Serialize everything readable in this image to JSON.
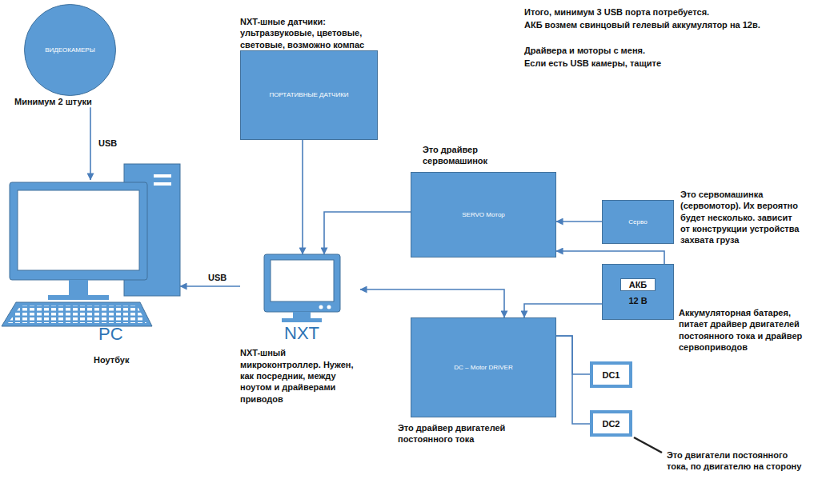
{
  "diagram": {
    "nodes": [
      {
        "text": [
          "ВИДЕОКАМЕРЫ",
          "Минимум 2 штуки"
        ]
      },
      {
        "text": [
          "NXT-шные датчики: ультразвуковые, цветовые, световые, возможно компас",
          "ПОРТАТИВНЫЕ ДАТЧИКИ"
        ]
      },
      {
        "text": [
          "PC",
          "Ноутбук"
        ]
      },
      {
        "text": [
          "NXT",
          "NXT-шный микроконтроллер. Нужен, как посредник, между ноутом и драйверами приводов"
        ]
      },
      {
        "text": [
          "SERVO Мотор"
        ]
      },
      {
        "text": [
          "Серво"
        ]
      },
      {
        "text": [
          "АКБ",
          "12 В"
        ]
      },
      {
        "text": [
          "DC – Motor DRIVER"
        ]
      },
      {
        "text": [
          "DC1"
        ]
      },
      {
        "text": [
          "DC2"
        ]
      }
    ],
    "edges": [
      {
        "from": 0,
        "to": 2,
        "label": "USB",
        "arrow": "to"
      },
      {
        "from": 1,
        "to": 3,
        "arrow": "to"
      },
      {
        "from": 3,
        "to": 2,
        "label": "USB",
        "arrow": "to"
      },
      {
        "from": 4,
        "to": 3,
        "arrow": "to"
      },
      {
        "from": 3,
        "to": 7,
        "arrow": "both"
      },
      {
        "from": 5,
        "to": 4,
        "arrow": "to"
      },
      {
        "from": 6,
        "to": 4,
        "arrow": "to"
      },
      {
        "from": 6,
        "to": 7,
        "arrow": "to"
      },
      {
        "from": 7,
        "to": 8,
        "arrow": "none"
      },
      {
        "from": 7,
        "to": 9,
        "arrow": "none"
      }
    ],
    "labels": [
      "Итого, минимум 3 USB порта потребуется.",
      "АКБ возмем свинцовый гелевый аккумулятор на 12в.",
      "Драйвера и моторы с меня.",
      "Если есть USB камеры, тащите",
      "Это драйвер сервомашинок",
      "Это сервомашинка (сервомотор). Их вероятно будет несколько. зависит от конструкции устройства захвата груза",
      "Аккумуляторная батарея, питает драйвер двигателей постоянного тока и драйвер сервоприводов",
      "Это драйвер двигателей постоянного тока",
      "Это двигатели постоянного тока, по двигателю на сторону"
    ]
  }
}
